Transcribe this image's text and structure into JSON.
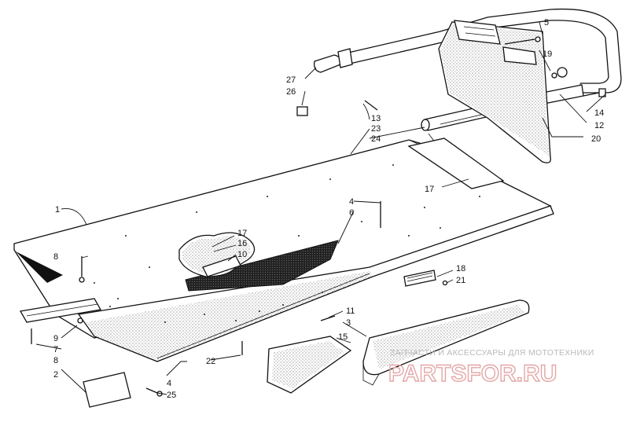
{
  "watermark": {
    "caption": "ЗАПЧАСТИ И АКСЕССУАРЫ ДЛЯ МОТОТЕХНИКИ",
    "logo": "PARTSFOR.RU"
  },
  "callouts": {
    "c1": "1",
    "c2": "2",
    "c3": "3",
    "c4a": "4",
    "c4b": "4",
    "c5": "5",
    "c6": "6",
    "c7": "7",
    "c8a": "8",
    "c8b": "8",
    "c9": "9",
    "c10": "10",
    "c11": "11",
    "c12": "12",
    "c13": "13",
    "c14": "14",
    "c15": "15",
    "c16": "16",
    "c17a": "17",
    "c17b": "17",
    "c18": "18",
    "c19": "19",
    "c20": "20",
    "c21": "21",
    "c22": "22",
    "c23": "23",
    "c24": "24",
    "c25": "25",
    "c26": "26",
    "c27": "27"
  }
}
